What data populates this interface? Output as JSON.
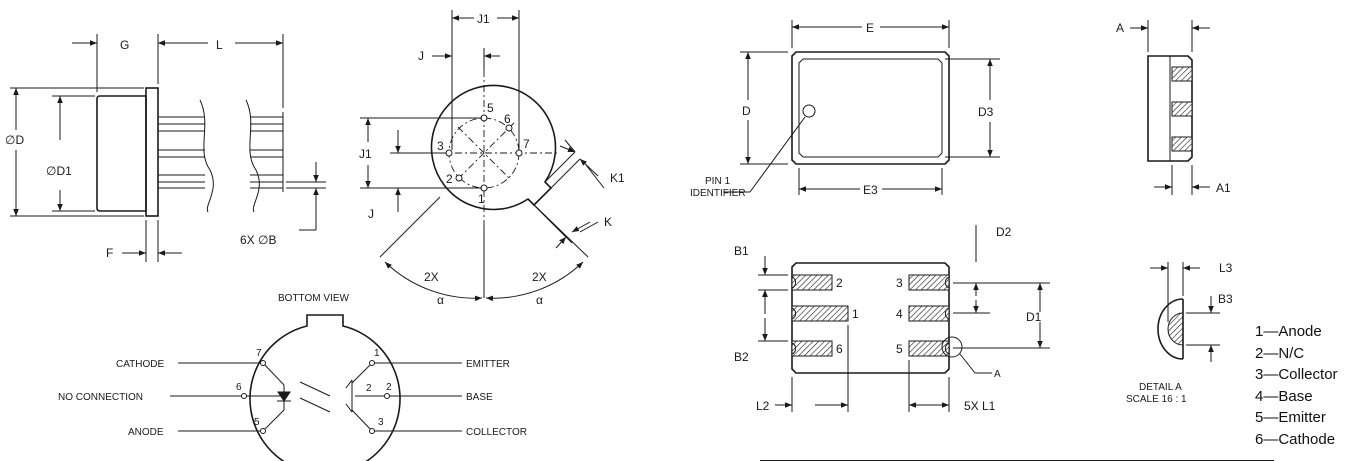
{
  "dims": {
    "G": "G",
    "L": "L",
    "D": "∅D",
    "D1": "∅D1",
    "F": "F",
    "B6": "6X ∅B",
    "J1": "J1",
    "J": "J",
    "K1": "K1",
    "K": "K",
    "twoX": "2X",
    "alpha": "α",
    "E": "E",
    "D_pkg": "D",
    "D3": "D3",
    "E3": "E3",
    "pin1": "PIN 1",
    "identifier": "IDENTIFIER",
    "A": "A",
    "A1": "A1",
    "B1": "B1",
    "B2": "B2",
    "D2": "D2",
    "D1_pkg": "D1",
    "L2": "L2",
    "L1": "5X L1",
    "detailRef": "A",
    "L3": "L3",
    "B3": "B3",
    "detail": "DETAIL A",
    "scale": "SCALE 16 : 1"
  },
  "pads": {
    "p1": "1",
    "p2": "2",
    "p3": "3",
    "p4": "4",
    "p5": "5",
    "p6": "6"
  },
  "can_pins": {
    "c1": "1",
    "c2": "2",
    "c3": "3",
    "c5": "5",
    "c6": "6",
    "c7": "7"
  },
  "schematic": {
    "title": "BOTTOM VIEW",
    "cathode": "CATHODE",
    "no_connection": "NO CONNECTION",
    "anode": "ANODE",
    "emitter": "EMITTER",
    "base": "BASE",
    "collector": "COLLECTOR",
    "n7": "7",
    "n6": "6",
    "n5": "5",
    "n1": "1",
    "n2": "2",
    "n3": "3"
  },
  "pinout": [
    "1—Anode",
    "2—N/C",
    "3—Collector",
    "4—Base",
    "5—Emitter",
    "6—Cathode"
  ]
}
